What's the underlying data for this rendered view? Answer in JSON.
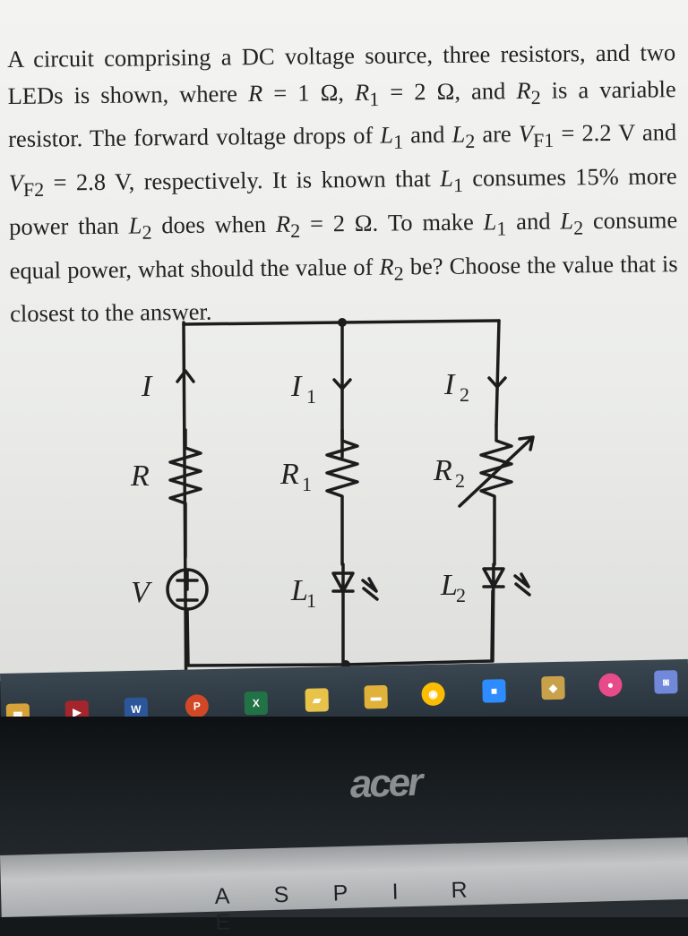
{
  "problem": {
    "p1": "A circuit comprising a DC voltage source, three resistors, and two LEDs is shown, where ",
    "R": "R",
    "p2": " = 1 Ω, ",
    "R1": "R",
    "R1_sub": "1",
    "p3": " = 2 Ω, and ",
    "R2": "R",
    "R2_sub": "2",
    "p4": " is a variable resistor. The forward voltage drops of ",
    "L1": "L",
    "L1_sub": "1",
    "p5": " and ",
    "L2": "L",
    "L2_sub": "2",
    "p6": " are ",
    "VF1": "V",
    "VF1_sub": "F1",
    "p7": " = 2.2 V and ",
    "VF2": "V",
    "VF2_sub": "F2",
    "p8": " = 2.8 V, respectively. It is known that ",
    "L1b": "L",
    "L1b_sub": "1",
    "p9": " consumes 15% more power than ",
    "L2b": "L",
    "L2b_sub": "2",
    "p10": " does when ",
    "R2b": "R",
    "R2b_sub": "2",
    "p11": " = 2 Ω. To make ",
    "L1c": "L",
    "L1c_sub": "1",
    "p12": " and ",
    "L2c": "L",
    "L2c_sub": "2",
    "p13": " consume equal power, what should the value of ",
    "R2c": "R",
    "R2c_sub": "2",
    "p14": " be? Choose the value that is closest to the answer."
  },
  "circuit": {
    "I": "I",
    "I1": "I",
    "I1_sub": "1",
    "I2": "I",
    "I2_sub": "2",
    "R": "R",
    "R1": "R",
    "R1_sub": "1",
    "R2": "R",
    "R2_sub": "2",
    "V": "V",
    "L1": "L",
    "L1_sub": "1",
    "L2": "L",
    "L2_sub": "2",
    "plus": "+"
  },
  "taskbar": {
    "word_label": "W",
    "ppt_label": "P",
    "excel_label": "X",
    "colors": {
      "word": "#2b579a",
      "ppt": "#d24726",
      "excel": "#217346",
      "chrome": "#fbbc04",
      "zoom": "#2d8cff"
    }
  },
  "device": {
    "brand": "acer",
    "model_letters": [
      "A",
      "S",
      "P",
      "I",
      "R",
      "E"
    ]
  }
}
